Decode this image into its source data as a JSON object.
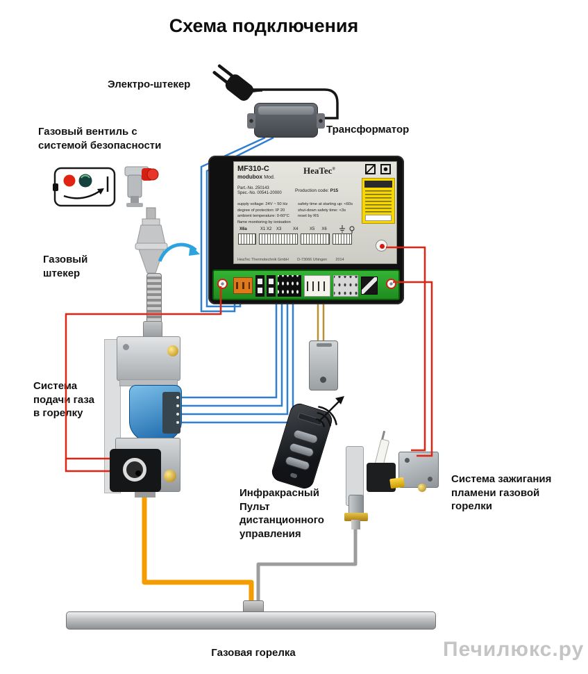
{
  "title": "Схема подключения",
  "watermark": "Печилюкс.ру",
  "labels": {
    "electro_plug": "Электро-штекер",
    "transformer": "Трансформатор",
    "gas_valve": "Газовый вентиль с\nсистемой безопасности",
    "gas_plug": "Газовый\nштекер",
    "gas_supply": "Система\nподачи газа\nв горелку",
    "remote": "Инфракрасный\nПульт\nдистанционного\nуправления",
    "ignition": "Система зажигания\nпламени газовой\nгорелки",
    "burner": "Газовая горелка"
  },
  "control_box": {
    "model": "MF310-C",
    "series": "modubox",
    "mod": "Mod.",
    "part_no": "Part.-No. 250143",
    "spec_no": "Spec.-No. 00541-20000",
    "brand": "HeaTec",
    "brand_reg": "®",
    "production_code_label": "Production code:",
    "production_code": "P15",
    "specs_left": [
      "supply voltage: 24V ~ 50 Hz",
      "degree of protection: IP 20",
      "ambient temperature: 0-60°C",
      "flame monitoring by ionisation"
    ],
    "specs_right": [
      "safety time at starting up: <60s",
      "shut-down safety time: <3s",
      "reset by RS"
    ],
    "terminal_group_label": "X6a",
    "terminal_row_labels": "X1 X2    X3          X4          X5      X6",
    "footer": "HeaTec Thermotechnik GmbH        D-73066 Uhingen        2014"
  },
  "icons": {
    "power_plug": "eu-two-prong-plug",
    "wireless_signal": "three-arcs-with-arrow",
    "rotation_arrow": "curved-blue-arrow",
    "ground_symbol": "earth-ground"
  },
  "colors": {
    "wire_red": "#e02313",
    "wire_blue": "#2f7fd1",
    "wire_orange": "#f59c00",
    "wire_gray": "#9c9c9c",
    "wire_tan": "#b9902f",
    "pcb_green": "#28a228",
    "sticker_yellow": "#f6d701"
  }
}
